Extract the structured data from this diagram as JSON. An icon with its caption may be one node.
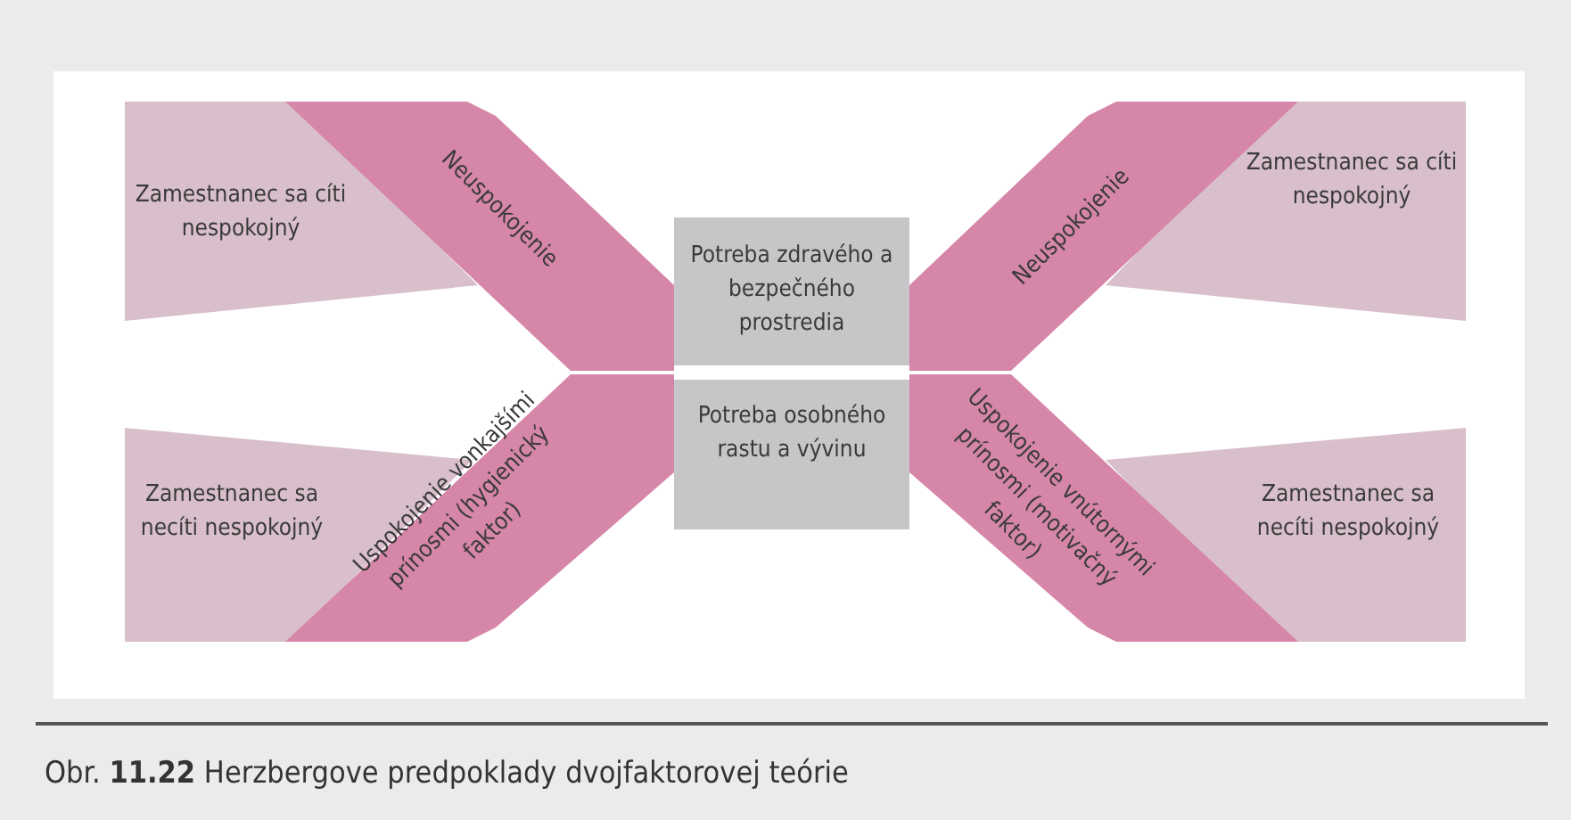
{
  "diagram": {
    "caption": "Obr. **11.22**  Herzbergove predpoklady dvojfaktorovej teórie",
    "nodes": [
      {
        "text": [
          "Zamestnanec sa cíti nespokojný"
        ]
      },
      {
        "text": [
          "Neuspokojenie"
        ]
      },
      {
        "text": [
          "Potreba zdravého a bezpečného prostredia"
        ]
      },
      {
        "text": [
          "Neuspokojenie"
        ]
      },
      {
        "text": [
          "Zamestnanec sa cíti nespokojný"
        ]
      },
      {
        "text": [
          "Zamestnanec sa necíti nespokojný"
        ]
      },
      {
        "text": [
          "Uspokojenie vonkajšími prínosmi (hygienický faktor)"
        ]
      },
      {
        "text": [
          "Potreba osobného rastu a vývinu"
        ]
      },
      {
        "text": [
          "Uspokojenie vnútornými prínosmi (motivačný faktor)"
        ]
      },
      {
        "text": [
          "Zamestnanec sa necíti nespokojný"
        ]
      }
    ]
  }
}
